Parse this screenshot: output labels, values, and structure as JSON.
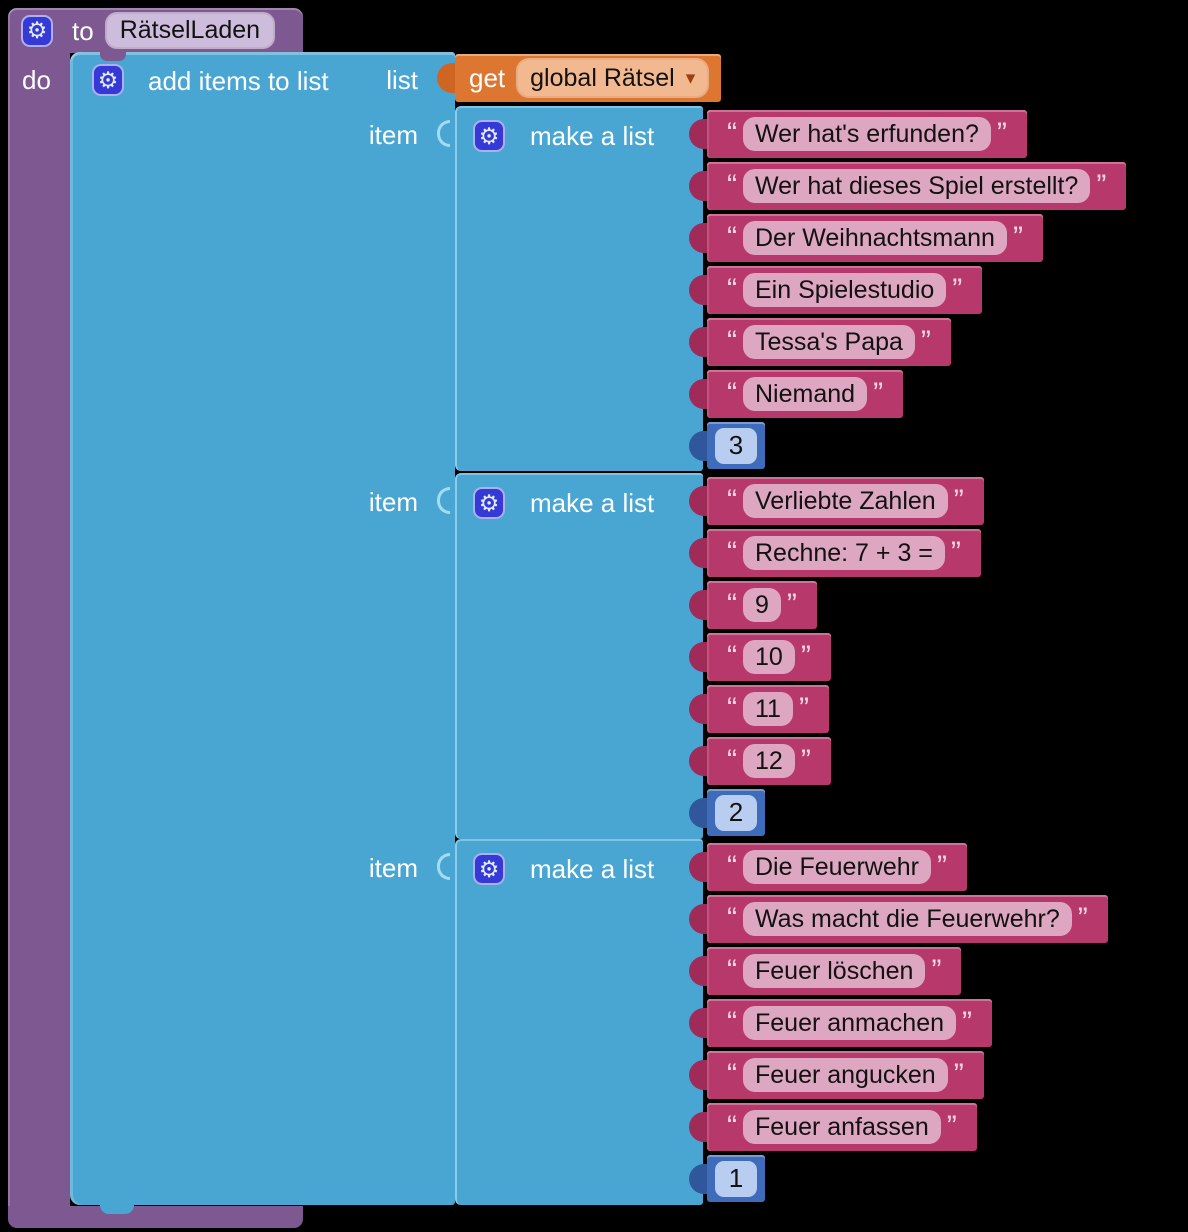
{
  "procedure_block": {
    "to_label": "to",
    "name": "RätselLaden",
    "do_label": "do"
  },
  "add_items_block": {
    "label": "add items to list",
    "list_label": "list",
    "item_label": "item"
  },
  "get_block": {
    "label": "get",
    "variable": "global Rätsel"
  },
  "make_list_block": {
    "label": "make a list"
  },
  "strings": {
    "open_quote": "“",
    "close_quote": "”"
  },
  "icons": {
    "gear": "⚙",
    "dropdown_arrow": "▾"
  },
  "lists": [
    {
      "items": [
        "Wer hat's erfunden?",
        "Wer hat dieses Spiel erstellt?",
        "Der Weihnachtsmann",
        "Ein Spielestudio",
        "Tessa's Papa",
        "Niemand"
      ],
      "index_number": "3"
    },
    {
      "items": [
        "Verliebte Zahlen",
        "Rechne: 7 + 3 =",
        "9",
        "10",
        "11",
        "12"
      ],
      "index_number": "2"
    },
    {
      "items": [
        "Die Feuerwehr",
        "Was macht die Feuerwehr?",
        "Feuer löschen",
        "Feuer anmachen",
        "Feuer angucken",
        "Feuer anfassen"
      ],
      "index_number": "1"
    }
  ],
  "colors": {
    "procedure_purple": "#7e5890",
    "list_blue": "#49a6d3",
    "variable_orange": "#dd7630",
    "text_pink": "#b7386a",
    "number_blue": "#3e6cba",
    "gear_icon_blue": "#3539d6",
    "background": "#000000"
  }
}
